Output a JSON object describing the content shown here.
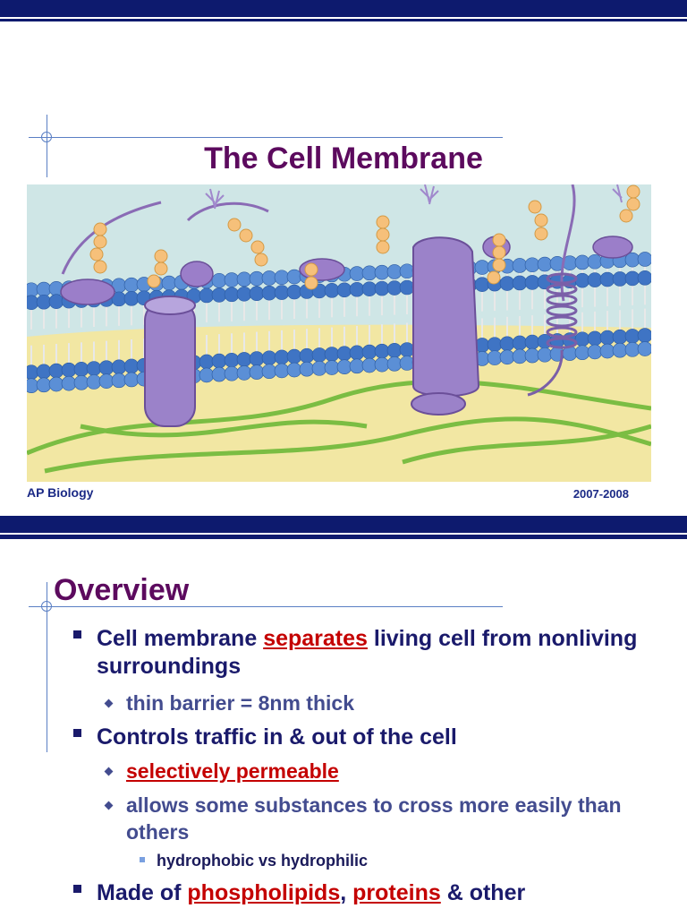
{
  "slide1": {
    "title": "The Cell Membrane",
    "footer_left": "AP Biology",
    "footer_right": "2007-2008"
  },
  "slide2": {
    "title": "Overview",
    "bullets": [
      {
        "pre": "Cell membrane ",
        "highlight": "separates",
        "post": " living cell from nonliving surroundings"
      },
      {
        "text": "thin barrier = 8nm thick"
      },
      {
        "text": "Controls traffic in & out of the cell"
      },
      {
        "highlight": "selectively permeable"
      },
      {
        "text": "allows some substances to cross more easily than others"
      },
      {
        "text": "hydrophobic vs hydrophilic"
      },
      {
        "pre": "Made of ",
        "highlight1": "phospholipids",
        "mid": ", ",
        "highlight2": "proteins",
        "post": " & other"
      }
    ]
  },
  "colors": {
    "title": "#5c0a5e",
    "bar": "#0d1a6e",
    "highlight": "#c40000",
    "bullet_l1": "#1a1a6b",
    "bullet_l2": "#434c8f"
  }
}
